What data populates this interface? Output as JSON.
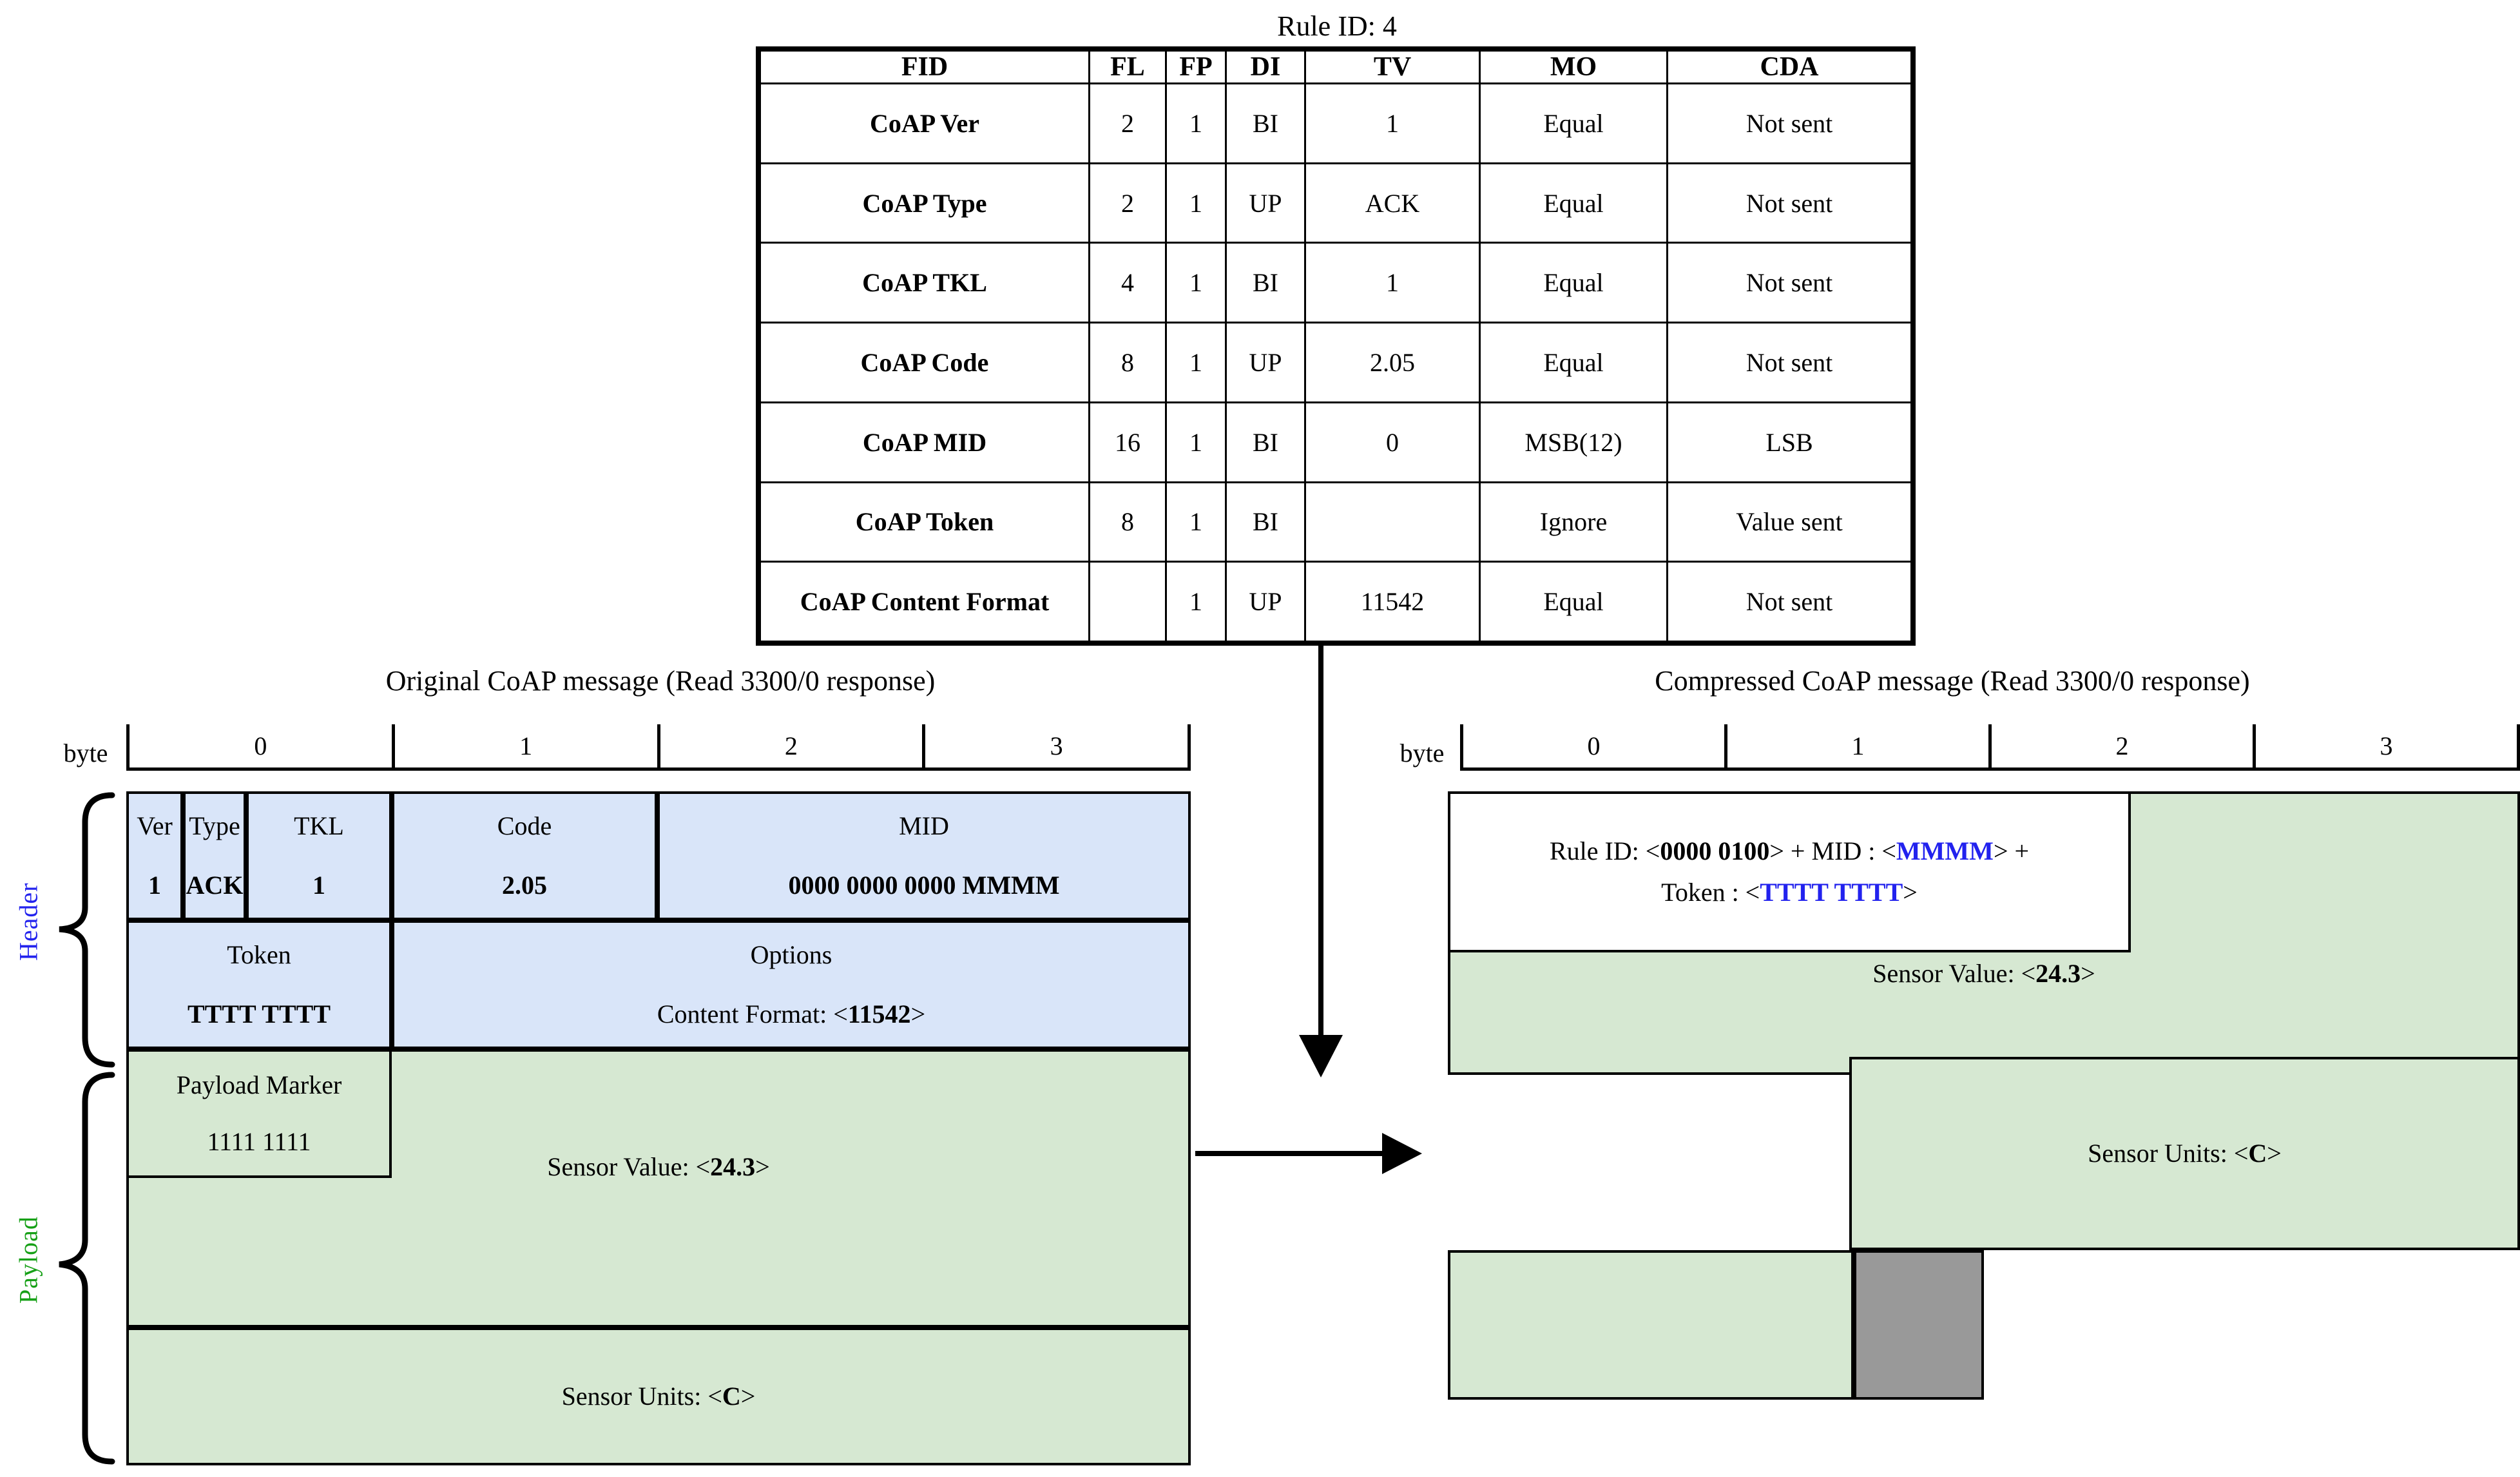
{
  "rule": {
    "title": "Rule ID: 4",
    "columns": [
      "FID",
      "FL",
      "FP",
      "DI",
      "TV",
      "MO",
      "CDA"
    ],
    "rows": [
      {
        "fid": "CoAP Ver",
        "fl": "2",
        "fp": "1",
        "di": "BI",
        "tv": "1",
        "mo": "Equal",
        "cda": "Not sent"
      },
      {
        "fid": "CoAP Type",
        "fl": "2",
        "fp": "1",
        "di": "UP",
        "tv": "ACK",
        "mo": "Equal",
        "cda": "Not sent"
      },
      {
        "fid": "CoAP TKL",
        "fl": "4",
        "fp": "1",
        "di": "BI",
        "tv": "1",
        "mo": "Equal",
        "cda": "Not sent"
      },
      {
        "fid": "CoAP Code",
        "fl": "8",
        "fp": "1",
        "di": "UP",
        "tv": "2.05",
        "mo": "Equal",
        "cda": "Not sent"
      },
      {
        "fid": "CoAP MID",
        "fl": "16",
        "fp": "1",
        "di": "BI",
        "tv": "0",
        "mo": "MSB(12)",
        "cda": "LSB"
      },
      {
        "fid": "CoAP Token",
        "fl": "8",
        "fp": "1",
        "di": "BI",
        "tv": "",
        "mo": "Ignore",
        "cda": "Value sent"
      },
      {
        "fid": "CoAP Content Format",
        "fl": "",
        "fp": "1",
        "di": "UP",
        "tv": "11542",
        "mo": "Equal",
        "cda": "Not sent"
      }
    ]
  },
  "original": {
    "title": "Original CoAP message (Read 3300/0 response)",
    "byte_label": "byte",
    "byte_ticks": [
      "0",
      "1",
      "2",
      "3"
    ],
    "brace_header": "Header",
    "brace_payload": "Payload",
    "fields": {
      "ver_label": "Ver",
      "ver_value": "1",
      "type_label": "Type",
      "type_value": "ACK",
      "tkl_label": "TKL",
      "tkl_value": "1",
      "code_label": "Code",
      "code_value": "2.05",
      "mid_label": "MID",
      "mid_value": "0000 0000 0000 MMMM",
      "token_label": "Token",
      "token_value": "TTTT TTTT",
      "options_label": "Options",
      "options_value_prefix": "Content Format: <",
      "options_value": "11542",
      "options_value_suffix": ">",
      "marker_label": "Payload Marker",
      "marker_value": "1111 1111",
      "sensor_value_prefix": "Sensor Value: <",
      "sensor_value": "24.3",
      "sensor_value_suffix": ">",
      "sensor_units_prefix": "Sensor Units: <",
      "sensor_units": "C",
      "sensor_units_suffix": ">"
    }
  },
  "compressed": {
    "title": "Compressed CoAP message (Read 3300/0 response)",
    "byte_label": "byte",
    "byte_ticks": [
      "0",
      "1",
      "2",
      "3"
    ],
    "header_line1_a": "Rule ID: <",
    "header_line1_ruleid": "0000 0100",
    "header_line1_b": "> +  MID : <",
    "header_line1_mid": "MMMM",
    "header_line1_c": "> +",
    "header_line2_a": "Token : <",
    "header_line2_token": "TTTT TTTT",
    "header_line2_b": ">",
    "sensor_value_prefix": "Sensor Value: <",
    "sensor_value": "24.3",
    "sensor_value_suffix": ">",
    "sensor_units_prefix": "Sensor Units: <",
    "sensor_units": "C",
    "sensor_units_suffix": ">"
  },
  "colors": {
    "header_blue": "#d9e5f9",
    "payload_green": "#d6e8d2",
    "padding_gray": "#999999",
    "accent_blue_text": "#2222ee",
    "accent_green_text": "#16a016"
  }
}
